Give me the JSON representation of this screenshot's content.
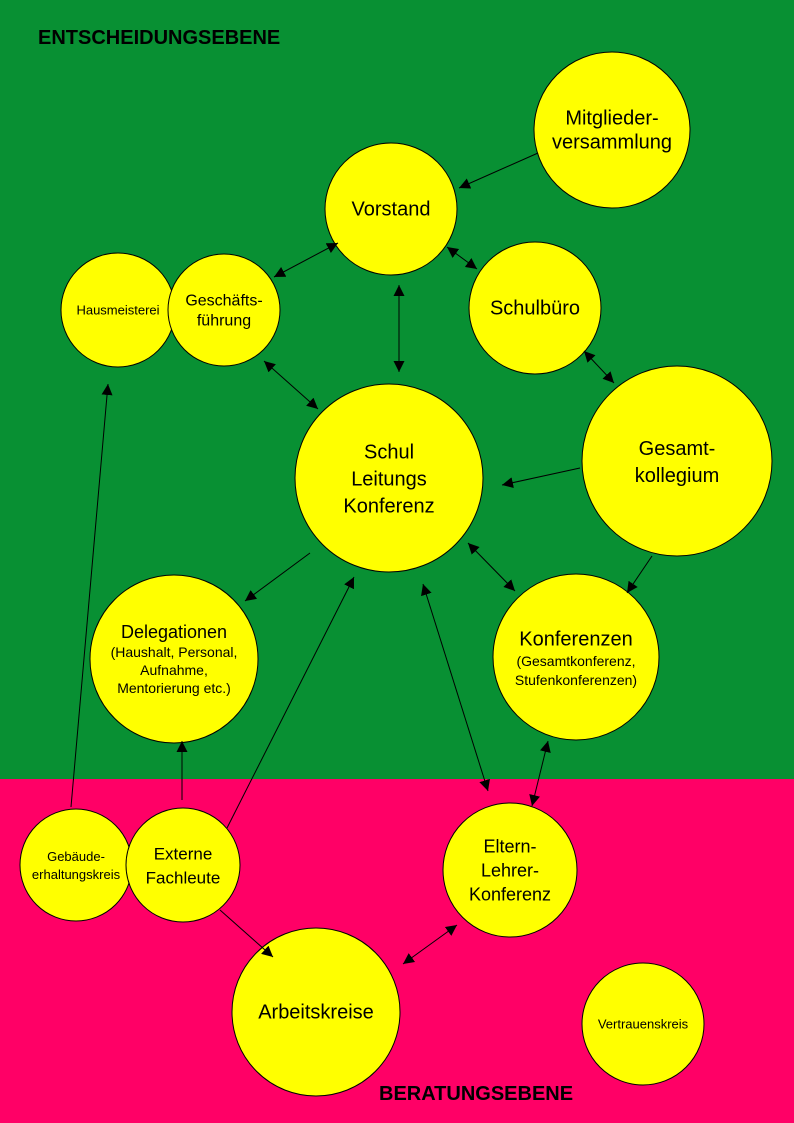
{
  "zones": {
    "top": {
      "label": "ENTSCHEIDUNGSEBENE",
      "color": "#089033"
    },
    "bottom": {
      "label": "BERATUNGSEBENE",
      "color": "#ff0066"
    }
  },
  "node_color": "#ffff00",
  "nodes": {
    "mitglieder": {
      "lines": [
        "Mitglieder-",
        "versammlung"
      ]
    },
    "vorstand": {
      "lines": [
        "Vorstand"
      ]
    },
    "hausmeisterei": {
      "lines": [
        "Hausmeisterei"
      ]
    },
    "geschaeftsfuehrung": {
      "lines": [
        "Geschäfts-",
        "führung"
      ]
    },
    "schulbuero": {
      "lines": [
        "Schulbüro"
      ]
    },
    "slk": {
      "lines": [
        "Schul",
        "Leitungs",
        "Konferenz"
      ]
    },
    "gesamtkollegium": {
      "lines": [
        "Gesamt-",
        "kollegium"
      ]
    },
    "delegationen": {
      "lines": [
        "Delegationen",
        "(Haushalt, Personal,",
        "Aufnahme,",
        "Mentorierung etc.)"
      ]
    },
    "konferenzen": {
      "lines": [
        "Konferenzen",
        "(Gesamtkonferenz,",
        "Stufenkonferenzen)"
      ]
    },
    "gebaeude": {
      "lines": [
        "Gebäude-",
        "erhaltungskreis"
      ]
    },
    "externe": {
      "lines": [
        "Externe",
        "Fachleute"
      ]
    },
    "elk": {
      "lines": [
        "Eltern-",
        "Lehrer-",
        "Konferenz"
      ]
    },
    "arbeitskreise": {
      "lines": [
        "Arbeitskreise"
      ]
    },
    "vertrauenskreis": {
      "lines": [
        "Vertrauenskreis"
      ]
    }
  }
}
